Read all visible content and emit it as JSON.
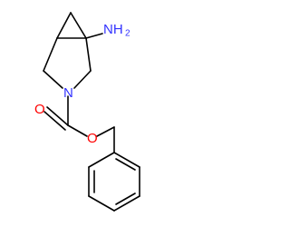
{
  "colors": {
    "bond": "#000000",
    "nitrogen": "#3333ff",
    "oxygen": "#ff0000"
  },
  "labels": {
    "amine_text": "NH",
    "amine_subscript": "2",
    "ring_nitrogen": "N",
    "carbonyl_oxygen": "O",
    "ester_oxygen": "O"
  }
}
